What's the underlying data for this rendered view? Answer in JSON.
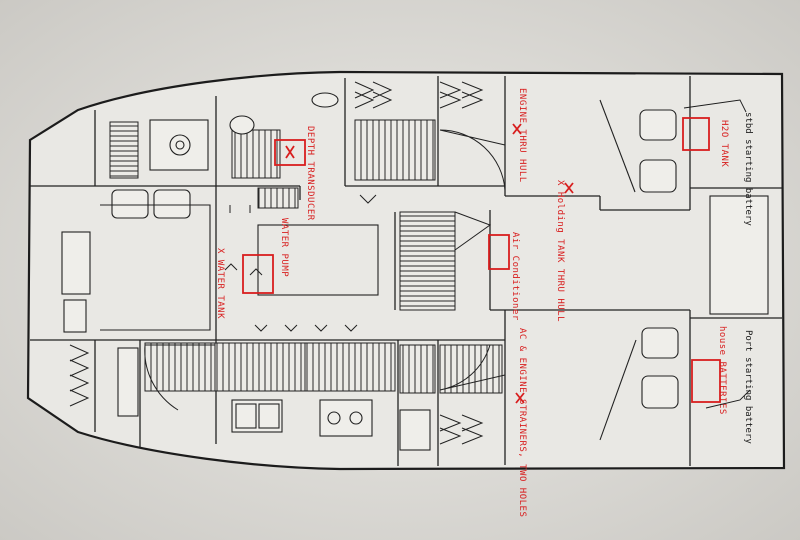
{
  "colors": {
    "paper": "#e7e6e2",
    "ink": "#1c1c1c",
    "annotation": "#d81e1e"
  },
  "annotations": {
    "engine_thru_hull": "ENGINE THRU HULL",
    "h2o_tank": "H2O TANK",
    "stbd_starting_battery": "stbd starting battery",
    "depth_transducer": "DEPTH TRANSDUCER",
    "holding_tank_thru_hull": "X Holding TANK THRU HULL",
    "air_conditioner": "Air Conditioner",
    "water_pump": "WATER PUMP",
    "water_tank": "X WATER TANK",
    "ac_engine_strainers": "AC & ENGINE STRAINERS, TWO HOLES",
    "port_starting_battery": "Port starting battery",
    "house_batteries": "house BATTERIES"
  }
}
